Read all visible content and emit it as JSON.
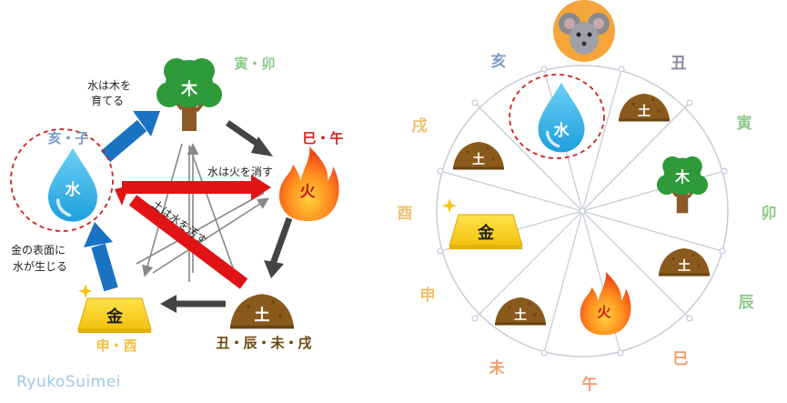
{
  "colors": {
    "wood": "#2e9a3a",
    "wood_label": "#8dc98a",
    "fire_label": "#d8201a",
    "earth_label": "#6b4a10",
    "metal_label": "#f0c040",
    "water_label": "#7a9cc6",
    "arrow_blue": "#1a73c2",
    "arrow_red": "#e01414",
    "arrow_gray": "#444444",
    "dash_red": "#d02020"
  },
  "left": {
    "wood": {
      "glyph": "木",
      "branches": "寅・卯"
    },
    "fire": {
      "glyph": "火",
      "branches": "巳・午"
    },
    "earth": {
      "glyph": "土",
      "branches": "丑・辰・未・戌"
    },
    "metal": {
      "glyph": "金",
      "branches": "申・酉"
    },
    "water": {
      "glyph": "水",
      "branches": "亥・子"
    },
    "notes": {
      "water_wood_1": "水は木を",
      "water_wood_2": "育てる",
      "water_fire": "水は火を消す",
      "earth_water": "土は水を汚す",
      "metal_water_1": "金の表面に",
      "metal_water_2": "水が生じる"
    }
  },
  "right": {
    "top_icon": "rat-icon",
    "branches": {
      "hai": "亥",
      "chou": "丑",
      "in": "寅",
      "bou": "卯",
      "shin_dragon": "辰",
      "shi": "巳",
      "go": "午",
      "mi": "未",
      "shin_monkey": "申",
      "yuu": "酉",
      "jutsu": "戌"
    },
    "earth_glyph": "土",
    "water_glyph": "水",
    "wood_glyph": "木",
    "fire_glyph": "火",
    "metal_glyph": "金"
  },
  "watermark": "RyukoSuimei"
}
